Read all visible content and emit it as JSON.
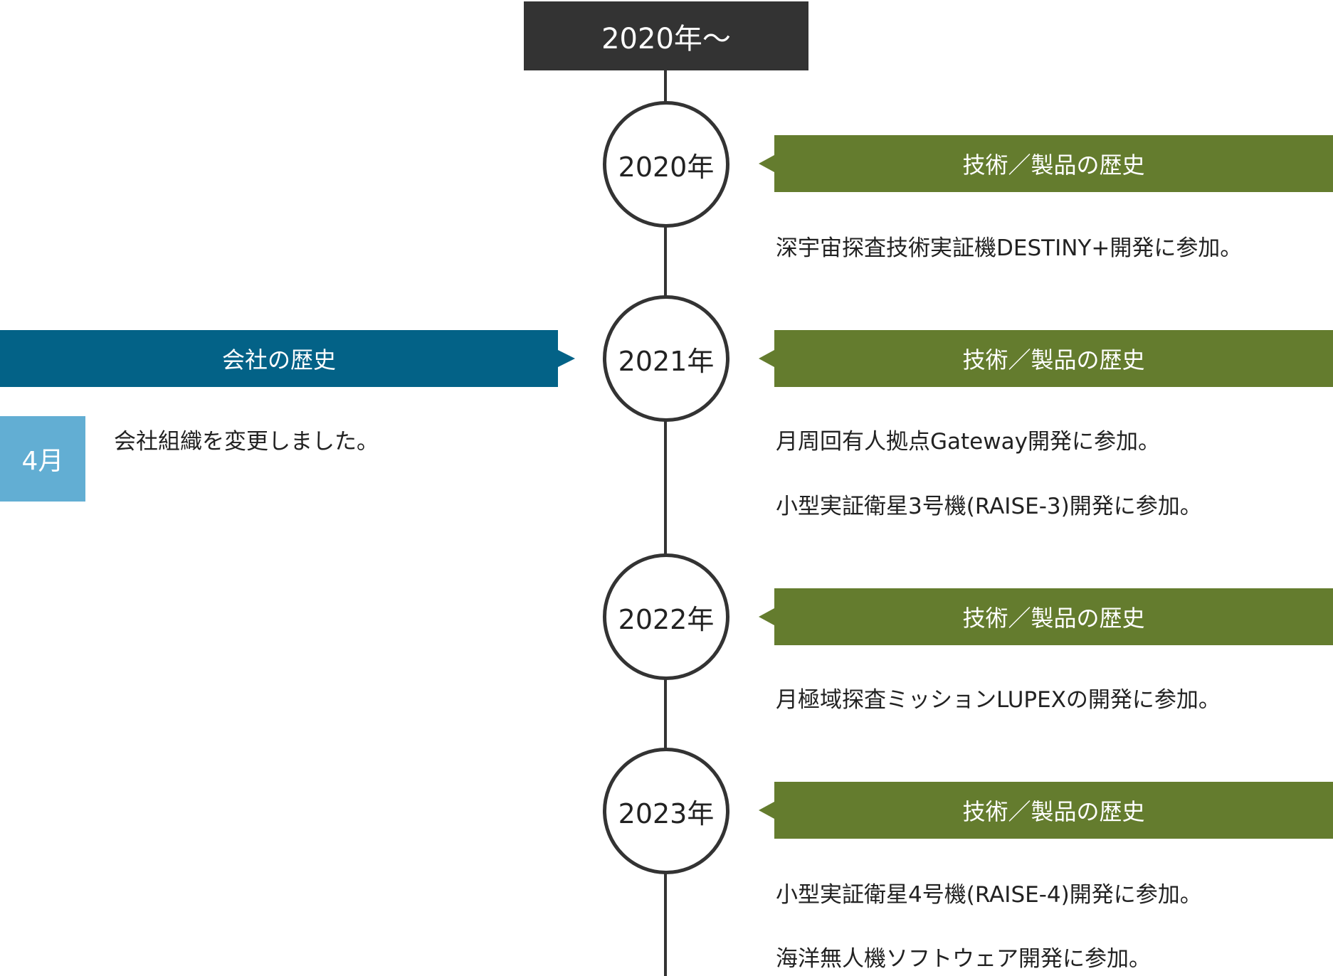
{
  "header": {
    "label": "2020年〜"
  },
  "company": {
    "banner": "会社の歴史",
    "month": "4月",
    "event": "会社組織を変更しました。"
  },
  "years": [
    {
      "label": "2020年",
      "banner": "技術／製品の歴史",
      "events": [
        "深宇宙探査技術実証機DESTINY+開発に参加。"
      ]
    },
    {
      "label": "2021年",
      "banner": "技術／製品の歴史",
      "events": [
        "月周回有人拠点Gateway開発に参加。",
        "小型実証衛星3号機(RAISE-3)開発に参加。"
      ]
    },
    {
      "label": "2022年",
      "banner": "技術／製品の歴史",
      "events": [
        "月極域探査ミッションLUPEXの開発に参加。"
      ]
    },
    {
      "label": "2023年",
      "banner": "技術／製品の歴史",
      "events": [
        "小型実証衛星4号機(RAISE-4)開発に参加。",
        "海洋無人機ソフトウェア開発に参加。"
      ]
    }
  ],
  "colors": {
    "header": "#333333",
    "tech_banner": "#647c2e",
    "company_banner": "#036287",
    "month_badge": "#62aed3"
  }
}
